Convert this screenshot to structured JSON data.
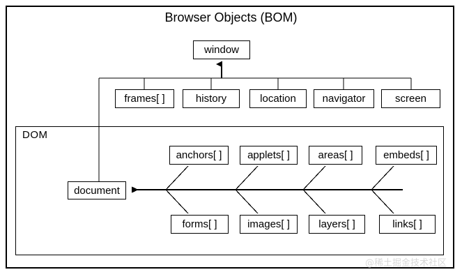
{
  "diagram": {
    "title": "Browser Objects (BOM)",
    "panel_label": "DOM",
    "watermark": "@稀土掘金技术社区",
    "colors": {
      "stroke": "#000000",
      "background": "#ffffff",
      "watermark": "#d8d8d8"
    }
  },
  "nodes": {
    "root": {
      "label": "window"
    },
    "document": {
      "label": "document"
    },
    "bom_children": [
      {
        "label": "frames[ ]"
      },
      {
        "label": "history"
      },
      {
        "label": "location"
      },
      {
        "label": "navigator"
      },
      {
        "label": "screen"
      }
    ],
    "dom_top": [
      {
        "label": "anchors[ ]"
      },
      {
        "label": "applets[ ]"
      },
      {
        "label": "areas[ ]"
      },
      {
        "label": "embeds[ ]"
      }
    ],
    "dom_bottom": [
      {
        "label": "forms[ ]"
      },
      {
        "label": "images[ ]"
      },
      {
        "label": "layers[ ]"
      },
      {
        "label": "links[ ]"
      }
    ]
  },
  "edges": {
    "window_arrow": "bus-to-window",
    "document_arrow": "fishbone-to-document"
  }
}
